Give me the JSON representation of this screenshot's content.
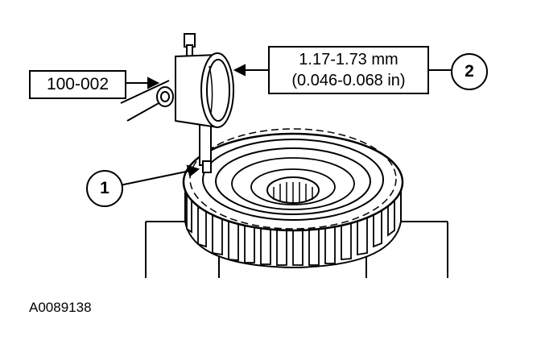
{
  "diagram": {
    "tool_number": "100-002",
    "spec_metric": "1.17-1.73 mm",
    "spec_imperial": "(0.046-0.068 in)",
    "callouts": [
      "1",
      "2"
    ],
    "figure_id": "A0089138"
  }
}
